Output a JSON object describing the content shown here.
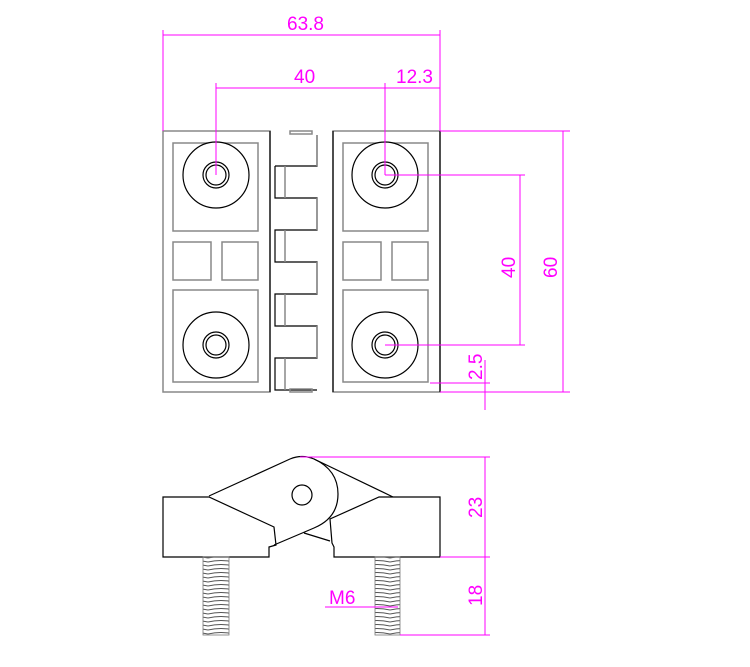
{
  "drawing": {
    "top_view": {
      "dimensions": {
        "overall_width": "63.8",
        "hole_spacing_horizontal": "40",
        "hole_to_edge": "12.3",
        "overall_height": "60",
        "hole_spacing_vertical": "40",
        "hole_edge_offset": "2.5"
      }
    },
    "side_view": {
      "dimensions": {
        "body_height": "23",
        "stud_length": "18",
        "thread": "M6"
      }
    },
    "colors": {
      "dimension": "#ff00ff",
      "outline": "#000000"
    }
  }
}
